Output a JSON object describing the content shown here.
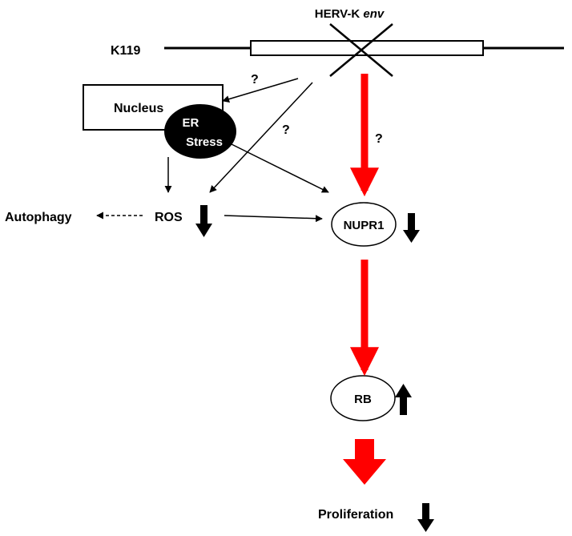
{
  "gene": {
    "name_prefix": "HERV-K ",
    "name_italic": "env",
    "locus": "K119"
  },
  "nodes": {
    "nucleus": "Nucleus",
    "er_line1": "ER",
    "er_line2": "Stress",
    "autophagy": "Autophagy",
    "ros": "ROS",
    "nupr1": "NUPR1",
    "rb": "RB",
    "proliferation": "Proliferation"
  },
  "unknown_mark": "?",
  "changes": {
    "ros": "down",
    "nupr1": "down",
    "rb": "up",
    "proliferation": "down"
  },
  "colors": {
    "red_arrow": "#ff0000",
    "line": "#000000",
    "er_fill": "#000000",
    "er_text": "#ffffff"
  }
}
